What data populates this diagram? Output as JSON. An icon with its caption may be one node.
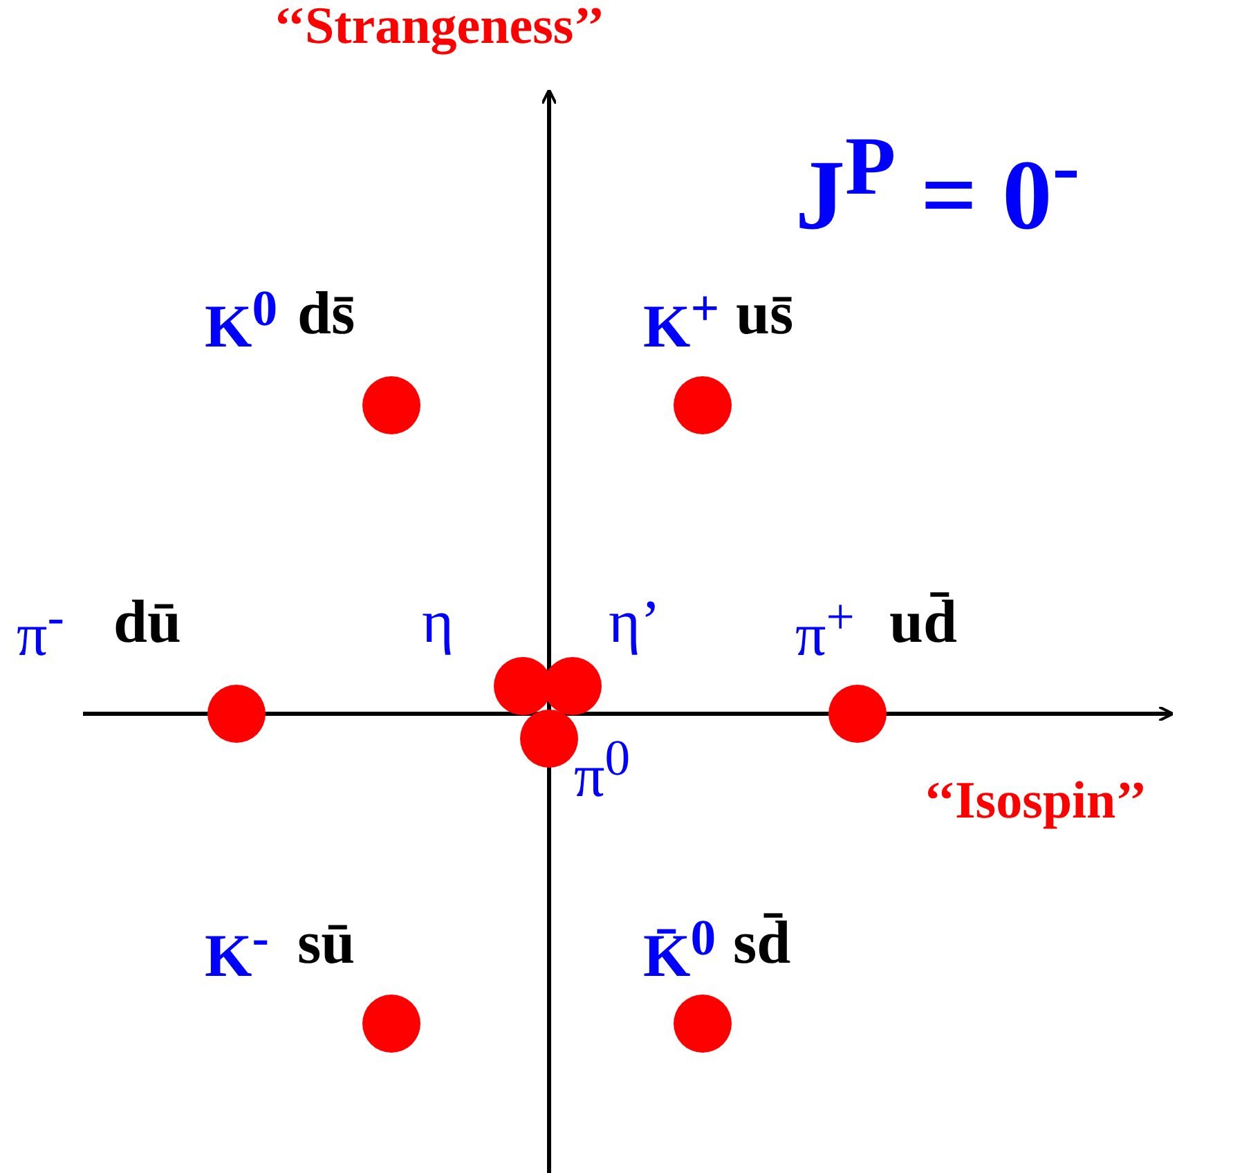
{
  "diagram": {
    "nodes": [
      {
        "text": [],
        "shape": "circle",
        "beside": [
          "K$^{0}$",
          "ds̄"
        ]
      },
      {
        "text": [],
        "shape": "circle",
        "beside": [
          "K$^{+}$",
          "us̄"
        ]
      },
      {
        "text": [],
        "shape": "circle",
        "beside": [
          "π$^{-}$",
          "dū"
        ]
      },
      {
        "text": [],
        "shape": "circle",
        "beside": [
          "η"
        ]
      },
      {
        "text": [],
        "shape": "circle",
        "beside": [
          "η’"
        ]
      },
      {
        "text": [],
        "shape": "circle",
        "beside": [
          "π$^{+}$",
          "ud̄"
        ]
      },
      {
        "text": [],
        "shape": "circle",
        "beside": [
          "π$^{0}$"
        ]
      },
      {
        "text": [],
        "shape": "circle",
        "beside": [
          "K$^{-}$",
          "sū"
        ]
      },
      {
        "text": [],
        "shape": "circle",
        "beside": [
          "K̄$^{0}$",
          "sd̄"
        ]
      }
    ],
    "labels": [
      "‘‘Strangeness’’",
      "J$^{P}$ = 0$^{-}$",
      "‘‘Isospin’’"
    ]
  }
}
